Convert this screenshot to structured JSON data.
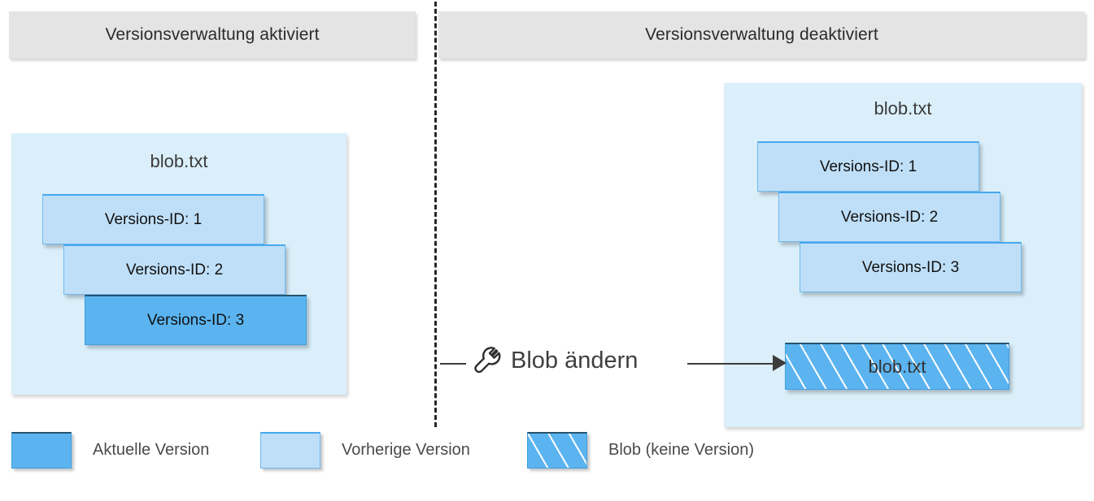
{
  "diagram": {
    "columns": [
      {
        "id": "versioning-enabled",
        "header": "Versionsverwaltung aktiviert",
        "panel_title": "blob.txt",
        "cards": [
          {
            "label": "Versions-ID: 1",
            "state": "previous"
          },
          {
            "label": "Versions-ID: 2",
            "state": "previous"
          },
          {
            "label": "Versions-ID: 3",
            "state": "current"
          }
        ],
        "blob_box": null
      },
      {
        "id": "versioning-disabled",
        "header": "Versionsverwaltung deaktiviert",
        "panel_title": "blob.txt",
        "cards": [
          {
            "label": "Versions-ID: 1",
            "state": "previous"
          },
          {
            "label": "Versions-ID: 2",
            "state": "previous"
          },
          {
            "label": "Versions-ID: 3",
            "state": "previous"
          }
        ],
        "blob_box": {
          "label": "blob.txt",
          "state": "blob-no-version"
        }
      }
    ],
    "action": {
      "icon": "wrench-icon",
      "label": "Blob ändern"
    },
    "legend": [
      {
        "swatch": "current",
        "label": "Aktuelle Version"
      },
      {
        "swatch": "previous",
        "label": "Vorherige Version"
      },
      {
        "swatch": "blob",
        "label": "Blob (keine Version)"
      }
    ],
    "colors": {
      "header_bar": "#E4E4E4",
      "panel_background": "#DAEFFA",
      "current_version": "#5BB4F0",
      "previous_version": "#BFDFF8",
      "card_border": "#45A8EF",
      "blob_hatch_stripe": "#FFFFFF",
      "divider": "#262626",
      "arrow": "#3C3C3C",
      "text": "#3A3A3A"
    }
  }
}
